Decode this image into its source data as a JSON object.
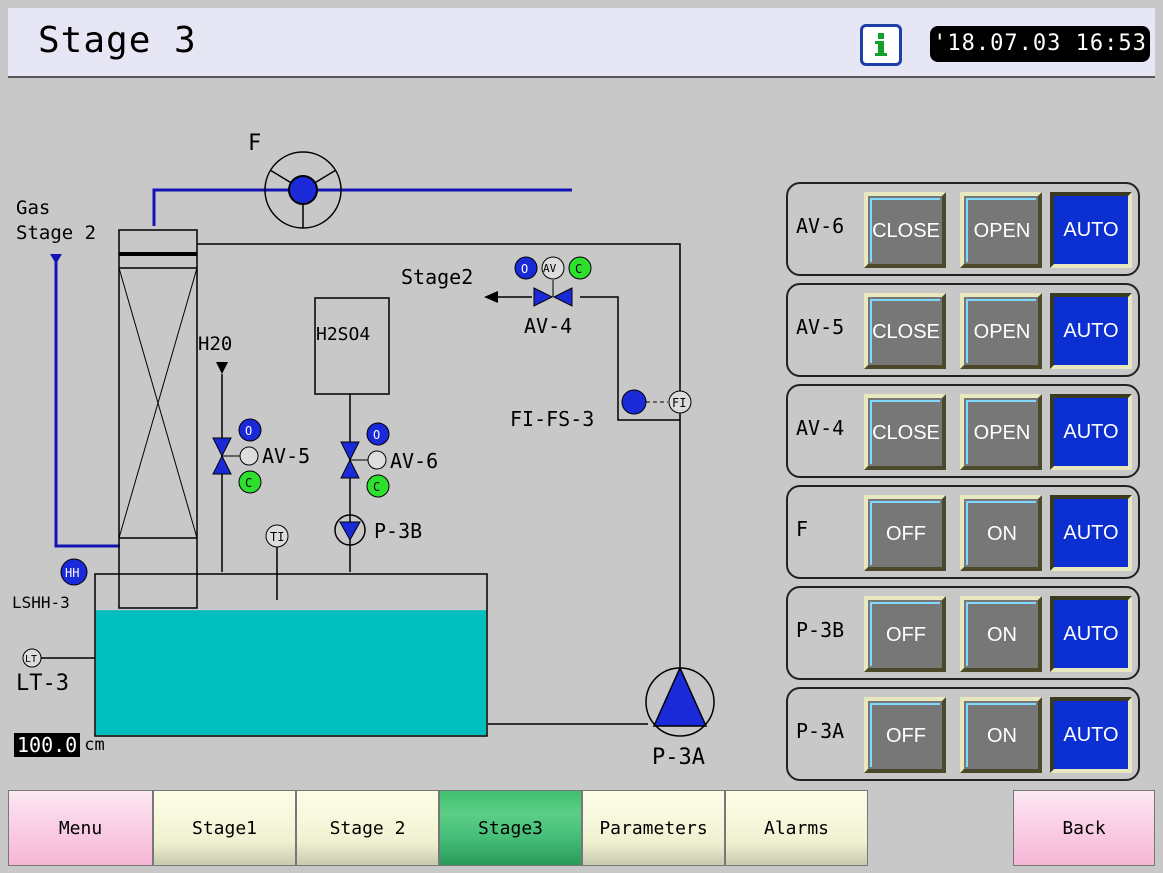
{
  "header": {
    "title": "Stage 3",
    "info_icon": "info-icon",
    "clock": "'18.07.03 16:53"
  },
  "diagram": {
    "fan_label": "F",
    "gas_label_1": "Gas",
    "gas_label_2": "Stage 2",
    "stage2_out_label": "Stage2",
    "av4_label": "AV-4",
    "h2o_label": "H20",
    "h2so4_label": "H2SO4",
    "av5_label": "AV-5",
    "av6_label": "AV-6",
    "p3b_label": "P-3B",
    "fifs3_label": "FI-FS-3",
    "fi_label": "FI",
    "ti_label": "TI",
    "hh_label": "HH",
    "lshh3_label": "LSHH-3",
    "lt_label": "LT",
    "lt3_label": "LT-3",
    "av_tag": "AV",
    "o_tag": "O",
    "c_tag": "C",
    "p3a_label": "P-3A",
    "level_value": "100.0",
    "level_unit": "cm",
    "tank_level_fraction": 0.78
  },
  "controls": [
    {
      "label": "AV-6",
      "b1": "CLOSE",
      "b2": "OPEN",
      "b3": "AUTO"
    },
    {
      "label": "AV-5",
      "b1": "CLOSE",
      "b2": "OPEN",
      "b3": "AUTO"
    },
    {
      "label": "AV-4",
      "b1": "CLOSE",
      "b2": "OPEN",
      "b3": "AUTO"
    },
    {
      "label": "F",
      "b1": "OFF",
      "b2": "ON",
      "b3": "AUTO"
    },
    {
      "label": "P-3B",
      "b1": "OFF",
      "b2": "ON",
      "b3": "AUTO"
    },
    {
      "label": "P-3A",
      "b1": "OFF",
      "b2": "ON",
      "b3": "AUTO"
    }
  ],
  "nav": {
    "menu": "Menu",
    "stage1": "Stage1",
    "stage2": "Stage 2",
    "stage3": "Stage3",
    "parameters": "Parameters",
    "alarms": "Alarms",
    "back": "Back"
  },
  "colors": {
    "pipe_blue": "#1414b4",
    "valve_blue": "#1a2ad8",
    "tank_fill": "#00bebe",
    "indicator_green": "#2ee02e",
    "auto_active": "#0b2fd0"
  }
}
